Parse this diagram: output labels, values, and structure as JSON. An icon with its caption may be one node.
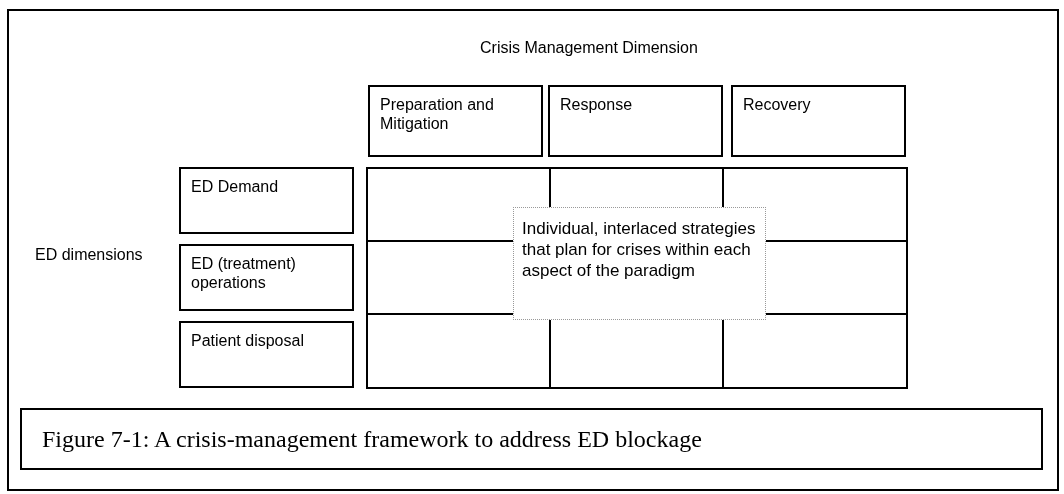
{
  "diagram": {
    "caption": "Figure 7-1: A crisis-management framework to address ED blockage",
    "nodes": [
      {
        "text": [
          "Preparation and Mitigation"
        ]
      },
      {
        "text": [
          "Response"
        ]
      },
      {
        "text": [
          "Recovery"
        ]
      },
      {
        "text": [
          "ED Demand"
        ]
      },
      {
        "text": [
          "ED (treatment) operations"
        ]
      },
      {
        "text": [
          "Patient disposal"
        ]
      },
      {
        "text": [
          "Individual, interlaced strategies that plan for crises within each aspect of the paradigm"
        ]
      }
    ],
    "edges": [],
    "labels": [
      "Crisis Management Dimension",
      "ED dimensions"
    ]
  }
}
